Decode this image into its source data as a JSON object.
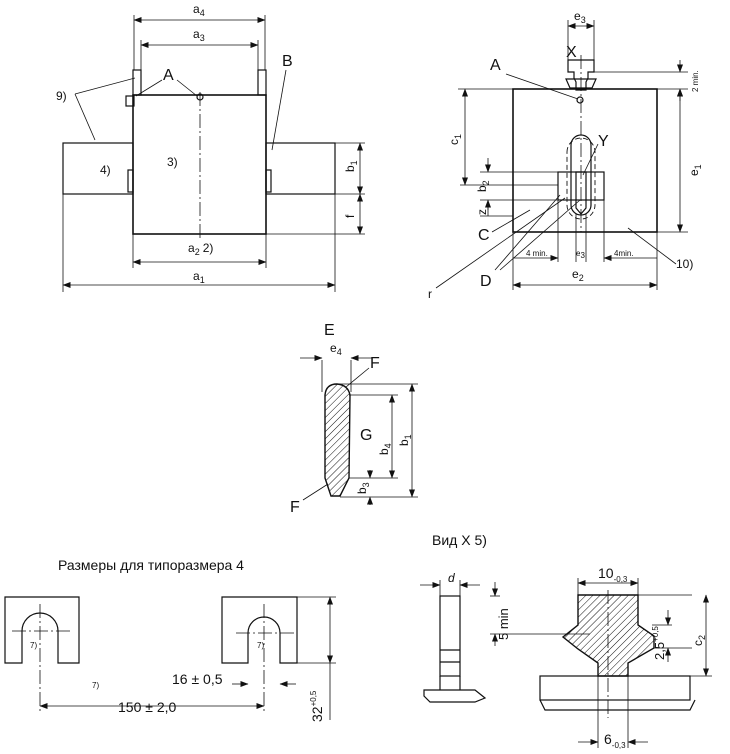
{
  "labels": {
    "a4": "a",
    "a4_sub": "4",
    "a3": "a",
    "a3_sub": "3",
    "a2": "a",
    "a2_sub": "2",
    "a2_note": "2)",
    "a1": "a",
    "a1_sub": "1",
    "A_main": "A",
    "B": "B",
    "n9": "9)",
    "n4": "4)",
    "n3": "3)",
    "b1": "b",
    "b1_sub": "1",
    "f": "f",
    "e3": "e",
    "e3_sub": "3",
    "X": "X",
    "A_right": "A",
    "min2": "2 min.",
    "Y": "Y",
    "c1": "c",
    "c1_sub": "1",
    "e1": "e",
    "e1_sub": "1",
    "b2": "b",
    "b2_sub": "2",
    "z": "z",
    "C": "C",
    "min4_left": "4 min.",
    "e_small": "e",
    "e_small_sub": "3",
    "min4_right": "4min.",
    "n10": "10)",
    "e2": "e",
    "e2_sub": "2",
    "D": "D",
    "r": "r",
    "E": "E",
    "e4": "e",
    "e4_sub": "4",
    "F_top": "F",
    "G": "G",
    "b4": "b",
    "b4_sub": "4",
    "b1_sec": "b",
    "b1_sec_sub": "1",
    "b3": "b",
    "b3_sub": "3",
    "F_bottom": "F",
    "view_title": "Вид X 5)",
    "size_title": "Размеры для типоразмера 4",
    "n7_left": "7)",
    "n7_mid": "7)",
    "n7_right": "7)",
    "dim150": "150 ± 2,0",
    "dim16": "16 ± 0,5",
    "dim32": "32",
    "dim32_sup": "+0,5",
    "d": "d",
    "min5": "5 min",
    "dim10": "10",
    "dim10_sub": "-0,3",
    "dim25": "2,5",
    "dim25_sup": "+0,5",
    "c2": "c",
    "c2_sub": "2",
    "dim6": "6",
    "dim6_sub": "-0,3"
  }
}
